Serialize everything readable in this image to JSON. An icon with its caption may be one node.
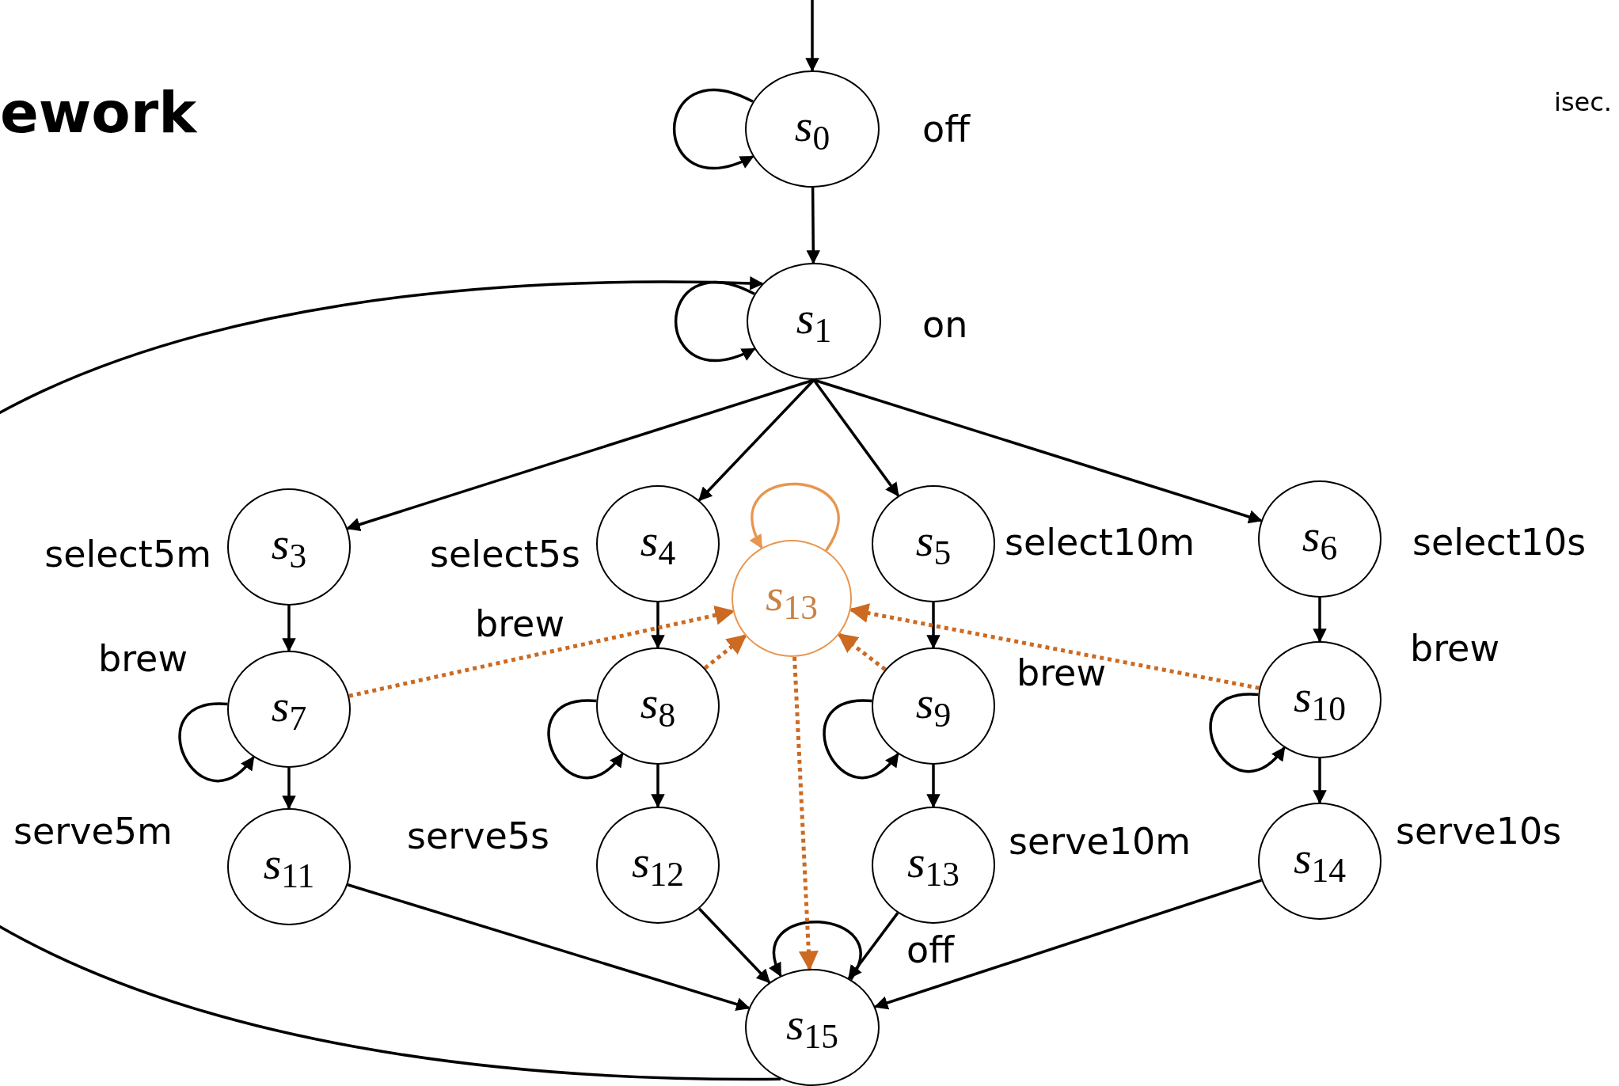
{
  "diagram": {
    "nodes": [
      {
        "text": [
          "*s*$_{0}$"
        ],
        "beside": [
          "off"
        ]
      },
      {
        "text": [
          "*s*$_{1}$"
        ],
        "beside": [
          "on"
        ]
      },
      {
        "text": [
          "*s*$_{3}$"
        ],
        "beside": [
          "select5m"
        ]
      },
      {
        "text": [
          "*s*$_{4}$"
        ],
        "beside": [
          "select5s"
        ]
      },
      {
        "text": [
          "*s*$_{13}$"
        ]
      },
      {
        "text": [
          "*s*$_{5}$"
        ],
        "beside": [
          "select10m"
        ]
      },
      {
        "text": [
          "*s*$_{6}$"
        ],
        "beside": [
          "select10s"
        ]
      },
      {
        "text": [
          "*s*$_{7}$"
        ],
        "beside": [
          "brew"
        ]
      },
      {
        "text": [
          "*s*$_{8}$"
        ],
        "beside": [
          "brew"
        ]
      },
      {
        "text": [
          "*s*$_{9}$"
        ],
        "beside": [
          "brew"
        ]
      },
      {
        "text": [
          "*s*$_{10}$"
        ],
        "beside": [
          "brew"
        ]
      },
      {
        "text": [
          "*s*$_{11}$"
        ],
        "beside": [
          "serve5m"
        ]
      },
      {
        "text": [
          "*s*$_{12}$"
        ],
        "beside": [
          "serve5s"
        ]
      },
      {
        "text": [
          "*s*$_{13}$"
        ],
        "beside": [
          "serve10m"
        ]
      },
      {
        "text": [
          "*s*$_{14}$"
        ],
        "beside": [
          "serve10s"
        ]
      },
      {
        "text": [
          "*s*$_{15}$"
        ],
        "beside": [
          "off"
        ]
      }
    ],
    "edges": [
      {
        "from": null,
        "to": 0,
        "arrow": "to"
      },
      {
        "from": 0,
        "to": 0,
        "arrow": "to"
      },
      {
        "from": 0,
        "to": 1,
        "arrow": "to"
      },
      {
        "from": 1,
        "to": 1,
        "arrow": "to"
      },
      {
        "from": 1,
        "to": 2,
        "arrow": "to"
      },
      {
        "from": 1,
        "to": 3,
        "arrow": "to"
      },
      {
        "from": 1,
        "to": 5,
        "arrow": "to"
      },
      {
        "from": 1,
        "to": 6,
        "arrow": "to"
      },
      {
        "from": 2,
        "to": 7,
        "arrow": "to"
      },
      {
        "from": 3,
        "to": 8,
        "arrow": "to"
      },
      {
        "from": 5,
        "to": 9,
        "arrow": "to"
      },
      {
        "from": 6,
        "to": 10,
        "arrow": "to"
      },
      {
        "from": 7,
        "to": 7,
        "arrow": "to"
      },
      {
        "from": 8,
        "to": 8,
        "arrow": "to"
      },
      {
        "from": 9,
        "to": 9,
        "arrow": "to"
      },
      {
        "from": 10,
        "to": 10,
        "arrow": "to"
      },
      {
        "from": 7,
        "to": 11,
        "arrow": "to"
      },
      {
        "from": 8,
        "to": 12,
        "arrow": "to"
      },
      {
        "from": 9,
        "to": 13,
        "arrow": "to"
      },
      {
        "from": 10,
        "to": 14,
        "arrow": "to"
      },
      {
        "from": 11,
        "to": 15,
        "arrow": "to"
      },
      {
        "from": 12,
        "to": 15,
        "arrow": "to"
      },
      {
        "from": 13,
        "to": 15,
        "arrow": "to"
      },
      {
        "from": 14,
        "to": 15,
        "arrow": "to"
      },
      {
        "from": 15,
        "to": 15,
        "arrow": "to"
      },
      {
        "from": 15,
        "to": 1,
        "arrow": "to"
      },
      {
        "from": 4,
        "to": 4,
        "arrow": "to",
        "color": "#e8964f"
      },
      {
        "from": 7,
        "to": 4,
        "arrow": "to",
        "style": "dashed",
        "color": "#cc6a22"
      },
      {
        "from": 8,
        "to": 4,
        "arrow": "to",
        "style": "dashed",
        "color": "#cc6a22"
      },
      {
        "from": 9,
        "to": 4,
        "arrow": "to",
        "style": "dashed",
        "color": "#cc6a22"
      },
      {
        "from": 10,
        "to": 4,
        "arrow": "to",
        "style": "dashed",
        "color": "#cc6a22"
      },
      {
        "from": 4,
        "to": 15,
        "arrow": "to",
        "style": "dashed",
        "color": "#cc6a22"
      }
    ],
    "labels": [
      "ework",
      "isec."
    ]
  }
}
